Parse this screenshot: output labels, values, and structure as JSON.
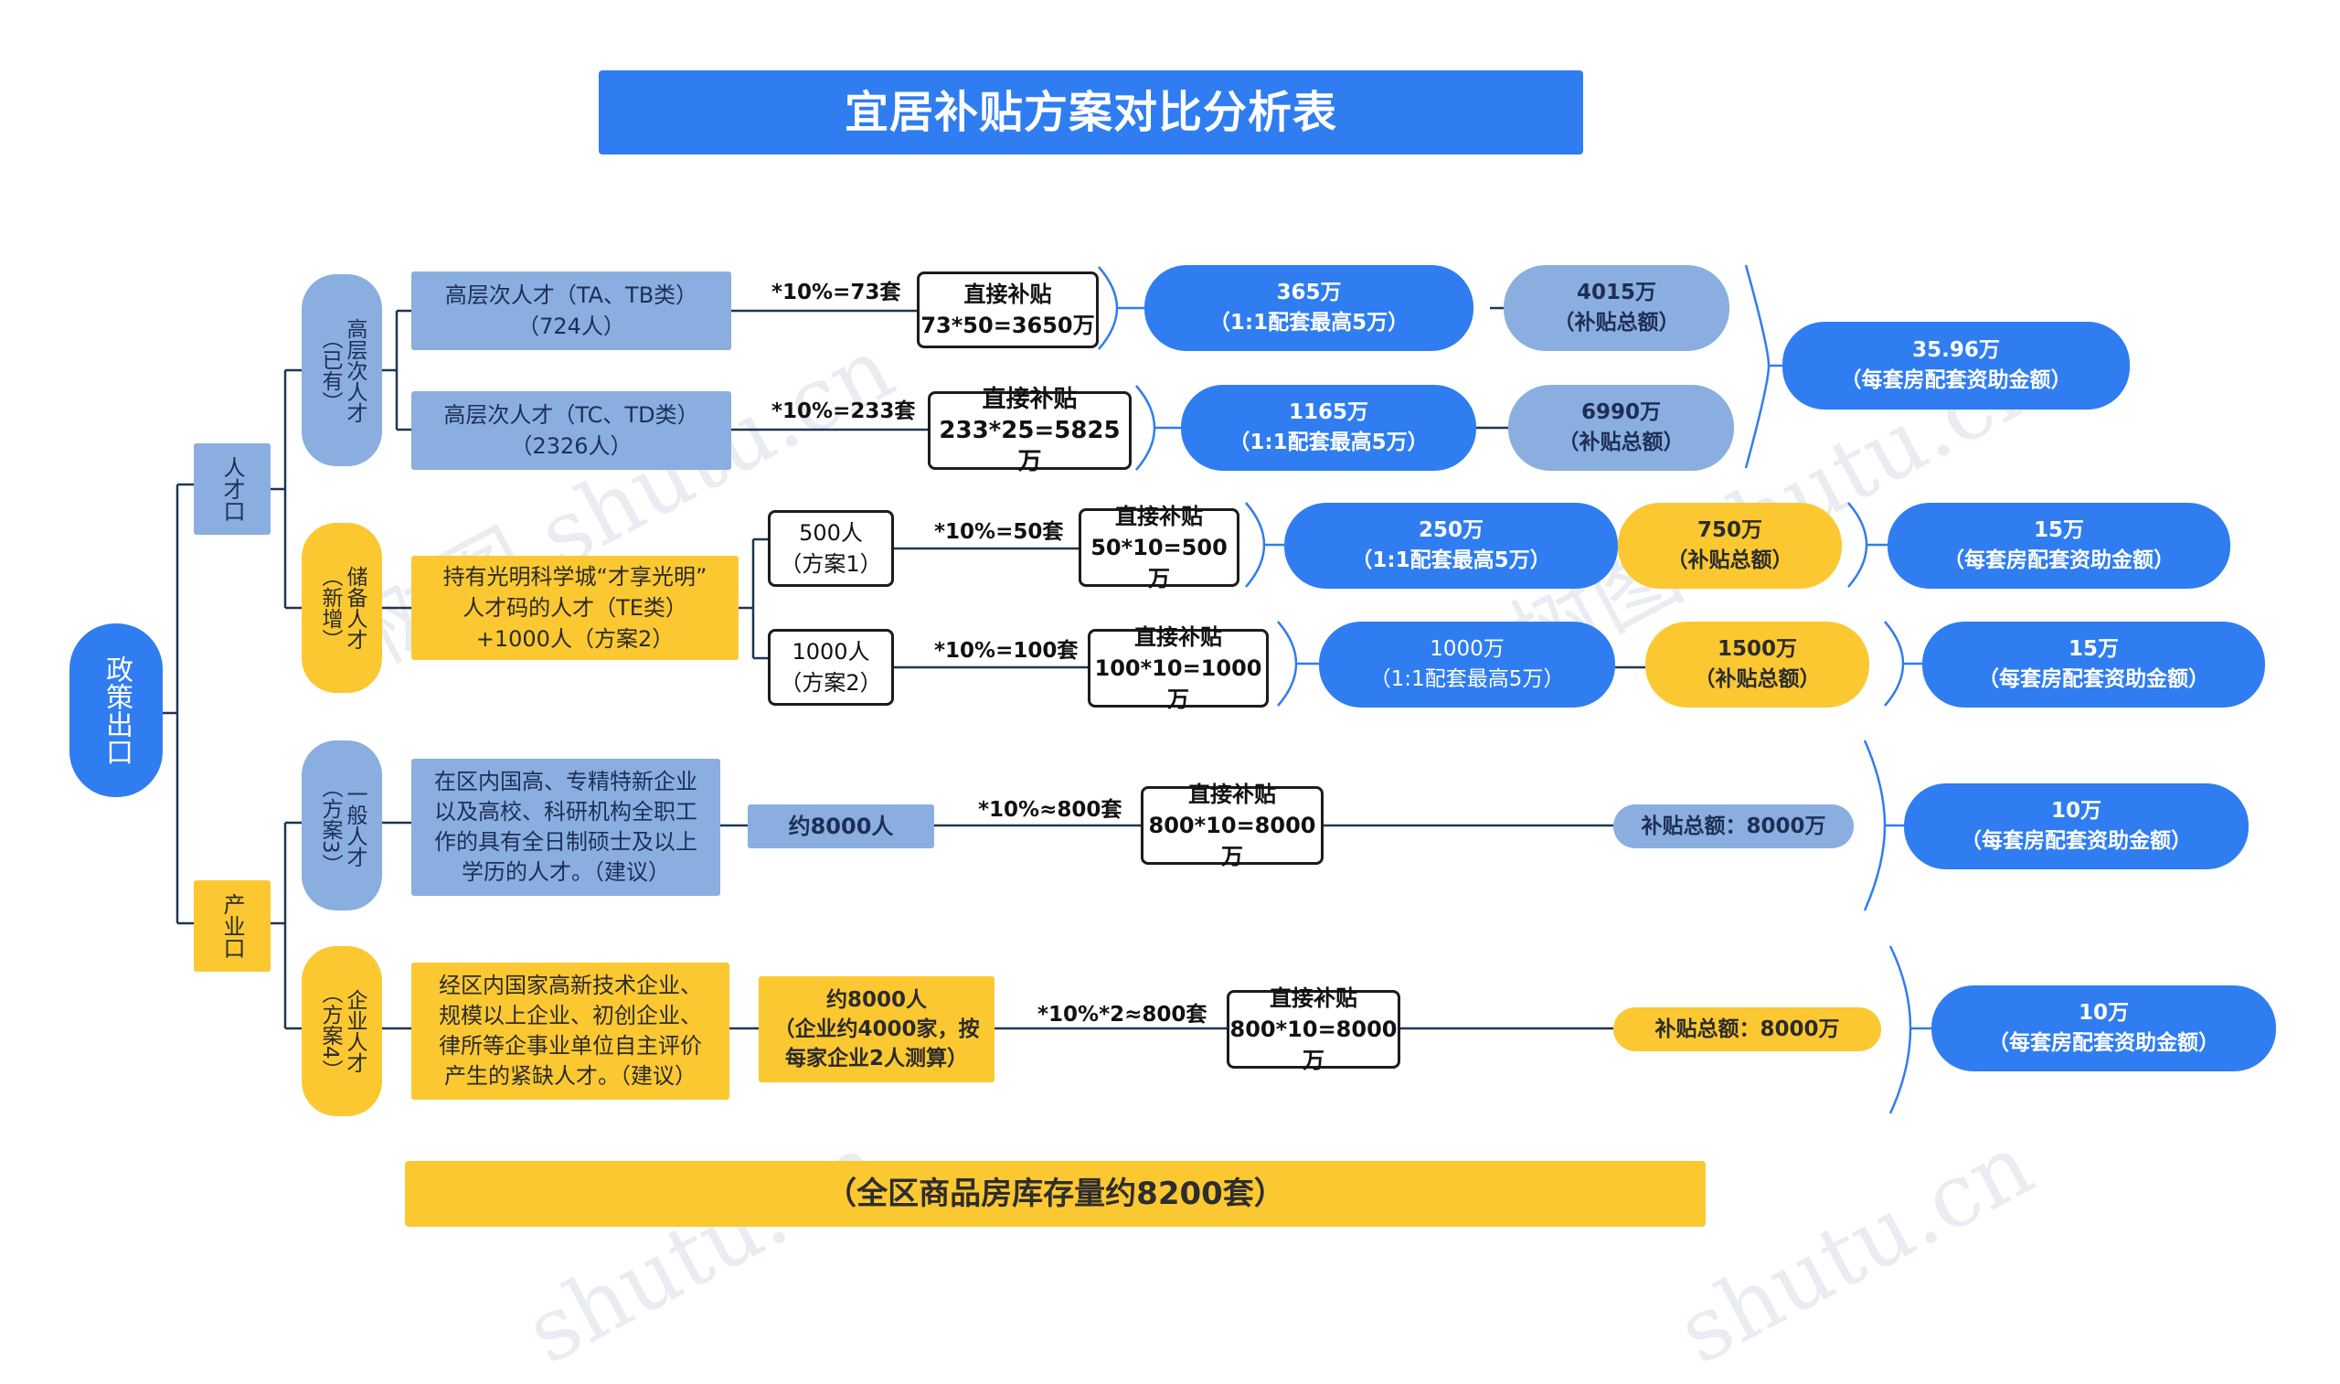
{
  "title": "宜居补贴方案对比分析表",
  "footer": "（全区商品房库存量约8200套）",
  "root": "政策出口",
  "branches": {
    "talent": "人才口",
    "industry": "产业口"
  },
  "categories": {
    "high": "高层次人才\n（已有）",
    "reserve": "储备人才\n（新增）",
    "general": "一般人才\n（方案3）",
    "enterprise": "企业人才\n（方案4）"
  },
  "rows": {
    "ta": {
      "group": "高层次人才（TA、TB类）\n（724人）",
      "rate": "*10%=73套",
      "subsidy": "直接补贴\n73*50=3650万",
      "match": "365万\n（1:1配套最高5万）",
      "total": "4015万\n（补贴总额）"
    },
    "tc": {
      "group": "高层次人才（TC、TD类）\n（2326人）",
      "rate": "*10%=233套",
      "subsidy": "直接补贴\n233*25=5825万",
      "match": "1165万\n（1:1配套最高5万）",
      "total": "6990万\n（补贴总额）"
    },
    "high_avg": "35.96万\n（每套房配套资助金额）",
    "reserve_group": "持有光明科学城“才享光明”\n人才码的人才（TE类）\n+1000人（方案2）",
    "p1": {
      "people": "500人\n（方案1）",
      "rate": "*10%=50套",
      "subsidy": "直接补贴\n50*10=500万",
      "match": "250万\n（1:1配套最高5万）",
      "total": "750万\n（补贴总额）",
      "avg": "15万\n（每套房配套资助金额）"
    },
    "p2": {
      "people": "1000人\n（方案2）",
      "rate": "*10%=100套",
      "subsidy": "直接补贴\n100*10=1000万",
      "match": "1000万\n（1:1配套最高5万）",
      "total": "1500万\n（补贴总额）",
      "avg": "15万\n（每套房配套资助金额）"
    },
    "p3": {
      "desc": "在区内国高、专精特新企业\n以及高校、科研机构全职工\n作的具有全日制硕士及以上\n学历的人才。（建议）",
      "people": "约8000人",
      "rate": "*10%≈800套",
      "subsidy": "直接补贴\n800*10=8000万",
      "total": "补贴总额：8000万",
      "avg": "10万\n（每套房配套资助金额）"
    },
    "p4": {
      "desc": "经区内国家高新技术企业、\n规模以上企业、初创企业、\n律所等企事业单位自主评价\n产生的紧缺人才。（建议）",
      "people": "约8000人\n（企业约4000家，按\n每家企业2人测算）",
      "rate": "*10%*2≈800套",
      "subsidy": "直接补贴\n800*10=8000万",
      "total": "补贴总额：8000万",
      "avg": "10万\n（每套房配套资助金额）"
    }
  },
  "watermark": [
    "树图 shutu.cn",
    "树图 shutu.cn",
    "shutu.cn",
    "shutu.cn"
  ],
  "colors": {
    "primary_blue": "#2f7df0",
    "slate_blue": "#8aaee0",
    "yellow": "#fbc832",
    "line": "#1f3553",
    "brace": "#2f7df0"
  }
}
